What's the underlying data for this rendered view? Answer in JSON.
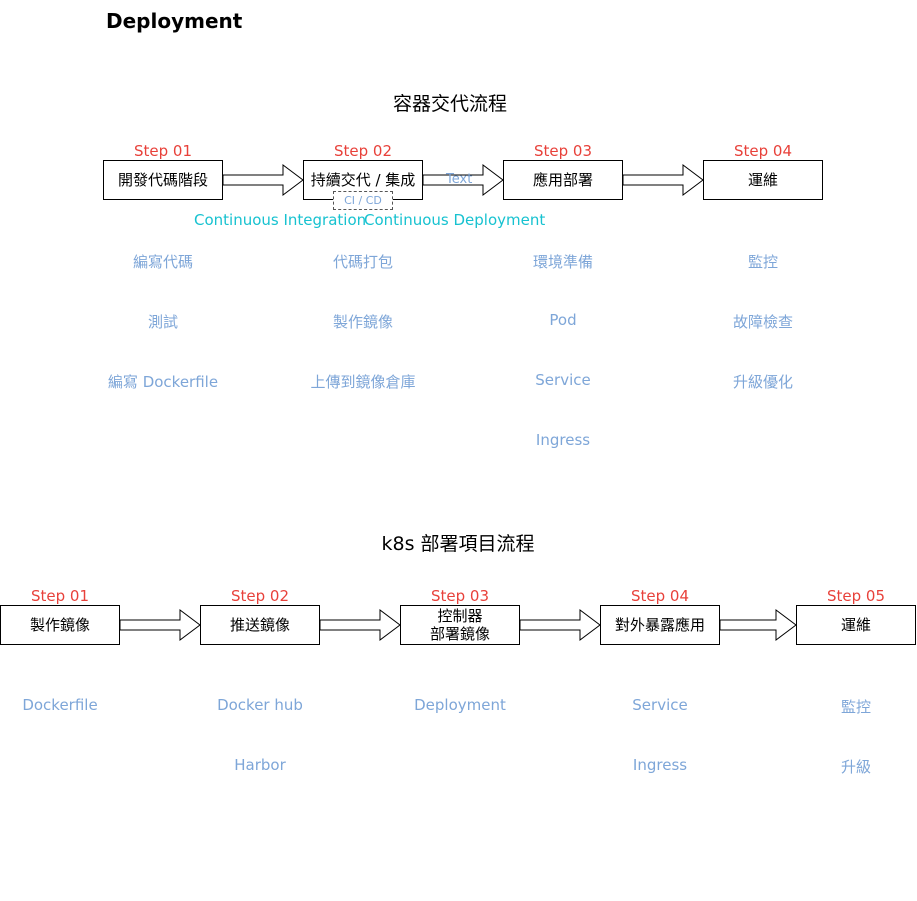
{
  "header": {
    "title": "Deployment"
  },
  "flow1": {
    "title": "容器交代流程",
    "steps": [
      {
        "step": "Step 01",
        "label": "開發代碼階段",
        "items": [
          "編寫代碼",
          "測試",
          "編寫 Dockerfile"
        ]
      },
      {
        "step": "Step 02",
        "label": "持續交代 / 集成",
        "items": [
          "代碼打包",
          "製作鏡像",
          "上傳到鏡像倉庫"
        ]
      },
      {
        "step": "Step 03",
        "label": "應用部署",
        "items": [
          "環境準備",
          "Pod",
          "Service",
          "Ingress"
        ]
      },
      {
        "step": "Step 04",
        "label": "運維",
        "items": [
          "監控",
          "故障檢查",
          "升級優化"
        ]
      }
    ],
    "ci_cd_tag": "CI / CD",
    "edge_label": "Text",
    "ci_label": "Continuous Integration",
    "cd_label": "Continuous Deployment"
  },
  "flow2": {
    "title": "k8s 部署項目流程",
    "steps": [
      {
        "step": "Step 01",
        "label": "製作鏡像",
        "items": [
          "Dockerfile"
        ]
      },
      {
        "step": "Step 02",
        "label": "推送鏡像",
        "items": [
          "Docker hub",
          "Harbor"
        ]
      },
      {
        "step": "Step 03",
        "label_line1": "控制器",
        "label_line2": "部署鏡像",
        "items": [
          "Deployment"
        ]
      },
      {
        "step": "Step 04",
        "label": "對外暴露應用",
        "items": [
          "Service",
          "Ingress"
        ]
      },
      {
        "step": "Step 05",
        "label": "運維",
        "items": [
          "監控",
          "升級"
        ]
      }
    ]
  },
  "colors": {
    "step": "#e8413a",
    "item": "#7ea6d8",
    "accent": "#17c2d0"
  }
}
